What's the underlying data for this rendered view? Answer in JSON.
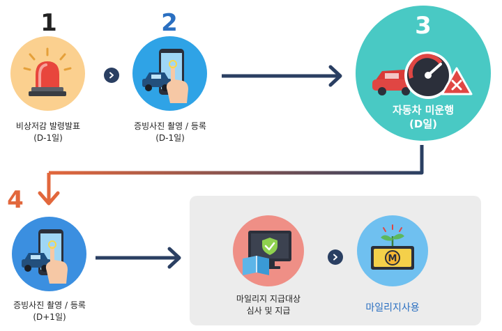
{
  "steps": [
    {
      "number": "1",
      "line1": "비상저감 발령발표",
      "line2": "(D-1일)",
      "number_color": "#222222"
    },
    {
      "number": "2",
      "line1": "증빙사진 촬영 / 등록",
      "line2": "(D-1일)",
      "number_color": "#2a6fc1"
    },
    {
      "number": "3",
      "line1": "자동차 미운행",
      "line2": "(D일)",
      "number_color": "#ffffff"
    },
    {
      "number": "4",
      "line1": "증빙사진 촬영 / 등록",
      "line2": "(D+1일)",
      "number_color": "#e2673c"
    }
  ],
  "review": {
    "line1": "마일리지 지급대상",
    "line2": "심사 및 지급"
  },
  "mileage_use": {
    "label": "마일리지사용",
    "coin_letter": "M"
  },
  "colors": {
    "navy": "#2a3f62",
    "orange": "#e2673c",
    "step1_bg": "#fbd08f",
    "step2_bg": "#2fa3e6",
    "step3_bg": "#49c9c4",
    "step4_bg": "#3b8fe0",
    "review_bg": "#ef8f86",
    "mileage_bg": "#6fc0f0",
    "mileage_label": "#2a6fc1"
  },
  "icons": [
    "siren-icon",
    "phone-photo-icon",
    "car-speedometer-icon",
    "no-drive-icon",
    "monitor-check-icon",
    "money-sprout-icon",
    "arrow-right-icon",
    "chevron-right-icon"
  ]
}
